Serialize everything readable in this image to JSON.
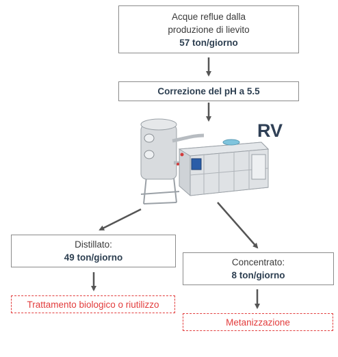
{
  "nodes": {
    "source": {
      "line1": "Acque reflue dalla",
      "line2": "produzione di lievito",
      "amount": "57 ton/giorno"
    },
    "ph": {
      "label": "Correzione del pH a 5.5"
    },
    "machine": {
      "label": "RV"
    },
    "distillate": {
      "line1": "Distillato:",
      "amount": "49 ton/giorno"
    },
    "concentrate": {
      "line1": "Concentrato:",
      "amount": "8 ton/giorno"
    },
    "treatment": {
      "label": "Trattamento biologico o riutilizzo"
    },
    "methanation": {
      "label": "Metanizzazione"
    }
  },
  "colors": {
    "box_border": "#8a8a8a",
    "arrow": "#555555",
    "dashed": "#e23b3b",
    "bold_text": "#2c3e50"
  }
}
